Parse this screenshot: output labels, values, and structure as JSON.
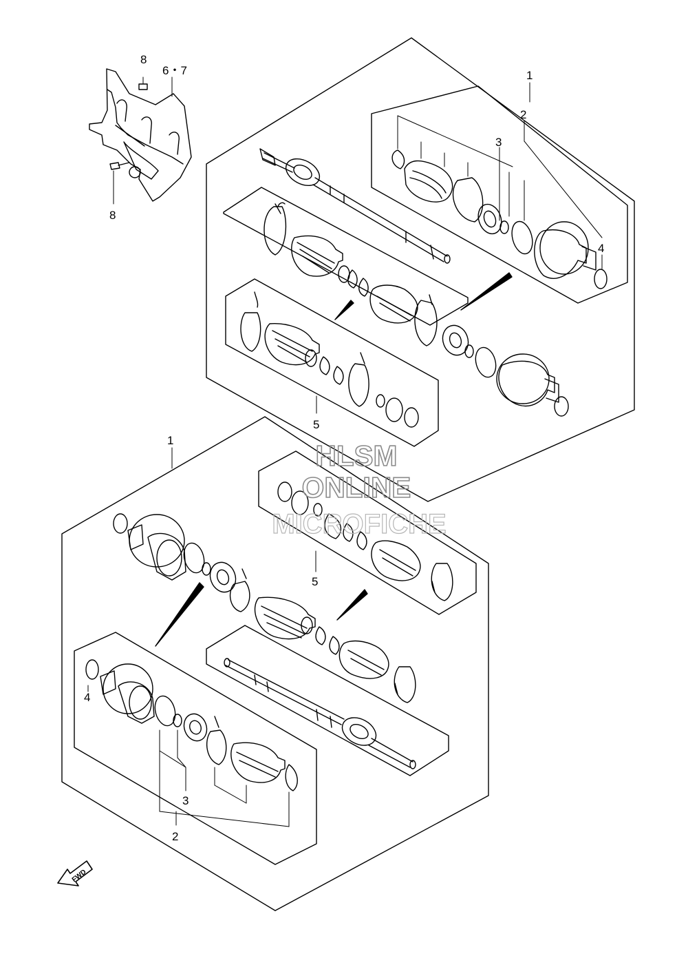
{
  "callouts": {
    "top_assembly": "1",
    "top_outer_joint_kit": "2",
    "top_joint_parts": "3",
    "top_ring": "4",
    "top_inner_boot_kit": "5",
    "bracket_parts": "6・7",
    "bracket_bolt_top": "8",
    "bracket_bolt_bottom": "8",
    "bottom_assembly": "1",
    "bottom_outer_joint_kit": "2",
    "bottom_joint_parts": "3",
    "bottom_ring": "4",
    "bottom_inner_boot_kit": "5"
  },
  "watermark": {
    "line1": "HLSM",
    "line2": "ONLINE",
    "line3": "MICROFICHE"
  },
  "fwd_label": "FWD",
  "colors": {
    "line": "#000000",
    "watermark": "#8a8a8a",
    "background": "#ffffff"
  }
}
